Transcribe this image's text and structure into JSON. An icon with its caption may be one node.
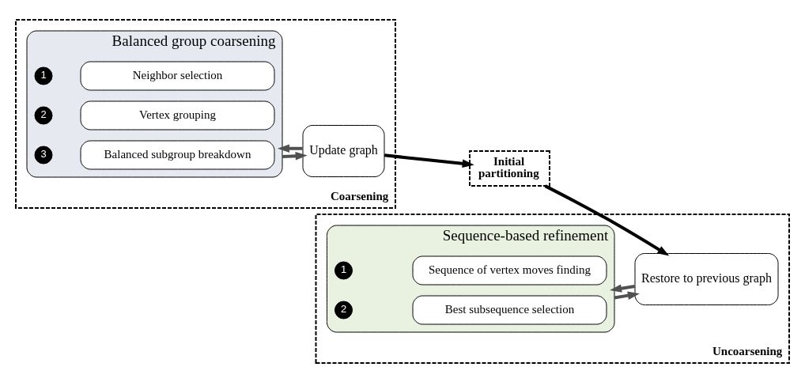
{
  "diagram": {
    "nodes": [
      {
        "text": [
          "Coarsening"
        ]
      },
      {
        "text": [
          "Balanced group coarsening"
        ],
        "in": 0
      },
      {
        "text": [
          "1"
        ],
        "in": 1
      },
      {
        "text": [
          "Neighbor selection"
        ],
        "in": 1
      },
      {
        "text": [
          "2"
        ],
        "in": 1
      },
      {
        "text": [
          "Vertex grouping"
        ],
        "in": 1
      },
      {
        "text": [
          "3"
        ],
        "in": 1
      },
      {
        "text": [
          "Balanced subgroup breakdown"
        ],
        "in": 1
      },
      {
        "text": [
          "Update graph"
        ],
        "in": 0
      },
      {
        "text": [
          "Initial partitioning"
        ]
      },
      {
        "text": [
          "Uncoarsening"
        ]
      },
      {
        "text": [
          "Sequence-based refinement"
        ],
        "in": 10
      },
      {
        "text": [
          "1"
        ],
        "in": 11
      },
      {
        "text": [
          "Sequence of vertex moves finding"
        ],
        "in": 11
      },
      {
        "text": [
          "2"
        ],
        "in": 11
      },
      {
        "text": [
          "Best subsequence selection"
        ],
        "in": 11
      },
      {
        "text": [
          "Restore to previous graph"
        ],
        "in": 10
      }
    ],
    "edges": [
      {
        "from": 1,
        "to": 8,
        "arrow": "to"
      },
      {
        "from": 8,
        "to": 1,
        "arrow": "to"
      },
      {
        "from": 8,
        "to": 9,
        "arrow": "to",
        "color": "#000000"
      },
      {
        "from": 9,
        "to": 16,
        "arrow": "to",
        "color": "#000000"
      },
      {
        "from": 11,
        "to": 16,
        "arrow": "to"
      },
      {
        "from": 16,
        "to": 11,
        "arrow": "to"
      }
    ]
  }
}
